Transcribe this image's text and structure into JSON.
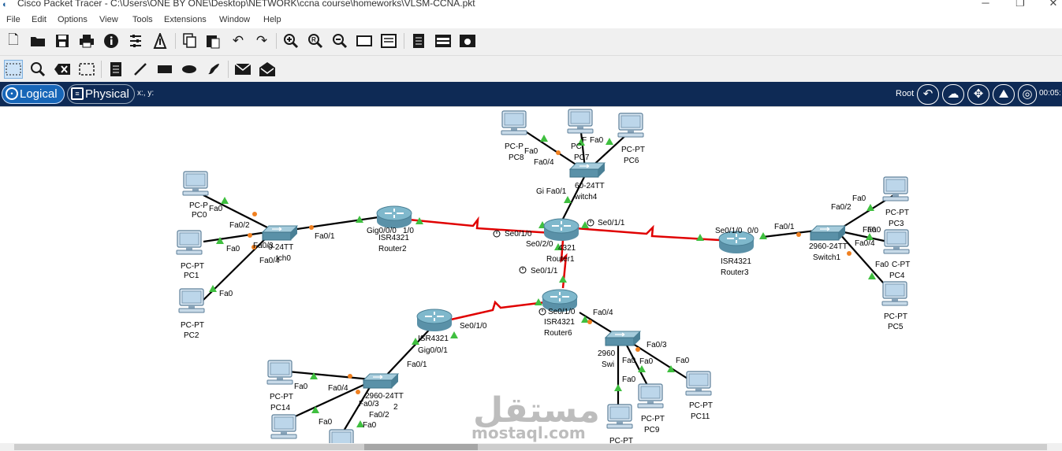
{
  "window": {
    "title": "Cisco Packet Tracer - C:\\Users\\ONE BY ONE\\Desktop\\NETWORK\\ccna course\\homeworks\\VLSM-CCNA.pkt"
  },
  "menu": [
    "File",
    "Edit",
    "Options",
    "View",
    "Tools",
    "Extensions",
    "Window",
    "Help"
  ],
  "toolbar1_icons": [
    "new-file",
    "open-folder",
    "save",
    "print",
    "info",
    "network-wizard",
    "activity-wizard",
    "copy",
    "paste",
    "undo",
    "redo",
    "zoom-in",
    "zoom-reset",
    "zoom-out",
    "rectangle-view",
    "custom-device",
    "notes",
    "pdu-list",
    "screenshot"
  ],
  "toolbar2_icons": [
    "select",
    "inspect",
    "delete",
    "resize-shape",
    "note",
    "draw-line",
    "draw-rectangle",
    "draw-ellipse",
    "freeform",
    "add-simple-pdu",
    "add-complex-pdu"
  ],
  "nav": {
    "logical": "Logical",
    "physical": "Physical",
    "coords": "x:, y:",
    "root": "Root",
    "timer": "00:05:"
  },
  "colors": {
    "nav_bg": "#0e2a55",
    "active_tab": "#1766b8",
    "serial_link": "#e00000",
    "ethernet_link": "#000000",
    "link_up": "#3fbf3f",
    "link_pending": "#f08020"
  },
  "topology": {
    "routers": [
      {
        "id": "router1",
        "model": "ISR4321",
        "name": "Router1",
        "model_text": "4321"
      },
      {
        "id": "router2",
        "model": "ISR4321",
        "name": "Router2",
        "model_text": "ISR4321"
      },
      {
        "id": "router3",
        "model": "ISR4321",
        "name": "Router3",
        "model_text": "ISR4321"
      },
      {
        "id": "router6",
        "model": "ISR4321",
        "name": "Router6",
        "model_text": "ISR4321"
      },
      {
        "id": "router7",
        "model": "ISR4321",
        "name": "",
        "model_text": "ISR4321"
      }
    ],
    "switches": [
      {
        "id": "switch0",
        "model_text": "0-24TT",
        "name": "tch0"
      },
      {
        "id": "switch1",
        "model_text": "2960-24TT",
        "name": "Switch1"
      },
      {
        "id": "switch2",
        "model_text": "2960-24TT",
        "name": "2"
      },
      {
        "id": "switch3",
        "model_text": "2960",
        "name": "Swi"
      },
      {
        "id": "switch4",
        "model_text": "60-24TT",
        "name": "witch4"
      }
    ],
    "pcs": [
      {
        "id": "pc0",
        "type": "PC-P",
        "name": "PC0"
      },
      {
        "id": "pc1",
        "type": "PC-PT",
        "name": "PC1"
      },
      {
        "id": "pc2",
        "type": "PC-PT",
        "name": "PC2"
      },
      {
        "id": "pc3",
        "type": "PC-PT",
        "name": "PC3"
      },
      {
        "id": "pc4",
        "type": "C-PT",
        "name": "PC4"
      },
      {
        "id": "pc5",
        "type": "PC-PT",
        "name": "PC5"
      },
      {
        "id": "pc6",
        "type": "PC-PT",
        "name": "PC6"
      },
      {
        "id": "pc7",
        "type": "PC",
        "name": "PC7"
      },
      {
        "id": "pc8",
        "type": "PC-P",
        "name": "PC8"
      },
      {
        "id": "pc9",
        "type": "PC-PT",
        "name": "PC9"
      },
      {
        "id": "pc10",
        "type": "PC-PT",
        "name": ""
      },
      {
        "id": "pc11",
        "type": "PC-PT",
        "name": "PC11"
      },
      {
        "id": "pc14",
        "type": "PC-PT",
        "name": "PC14"
      },
      {
        "id": "pc12",
        "type": "",
        "name": ""
      },
      {
        "id": "pc13",
        "type": "",
        "name": ""
      }
    ],
    "port_labels": [
      "Fa0",
      "Fa0/2",
      "Fa0",
      "Fa0/3",
      "Fa0/4",
      "Fa0",
      "Fa0/1",
      "Gig0/0/0",
      "1/0",
      "Se0/1/0",
      "Se0/2/0",
      "Se0/1/1",
      "Se0/1/1",
      "Gi Fa0/1",
      "Fa0/4",
      "Fa0",
      "Fa0",
      "F",
      "Fa0",
      "Se0/1/0",
      "0/0",
      "Fa0/1",
      "Fa0",
      "Fa0/2",
      "Fa0",
      "Fa0/4",
      "Fa0",
      "Se0/1/0",
      "Fa0/4",
      "Fa0/3",
      "Fa0",
      "Fa0",
      "Fa0",
      "Fa0",
      "Fa0",
      "Se0/1/0",
      "Gig0/0/1",
      "Fa0/1",
      "Fa0",
      "Fa0/4",
      "Fa0/3",
      "Fa0/2",
      "Fa0",
      "Fa0"
    ]
  },
  "watermark": {
    "arabic": "مستقل",
    "latin": "mostaql.com"
  }
}
